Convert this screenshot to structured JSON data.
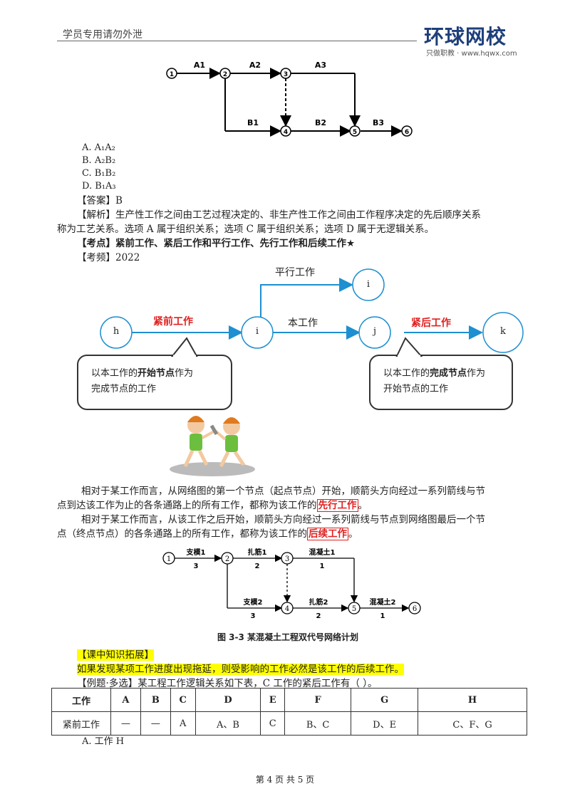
{
  "header": {
    "left_text": "学员专用请勿外泄",
    "logo_text": "环球网校",
    "logo_sub": "只做职教 · www.hqwx.com"
  },
  "diagram1": {
    "nodes": [
      "1",
      "2",
      "3",
      "4",
      "5",
      "6"
    ],
    "edges": [
      "A1",
      "A2",
      "A3",
      "B1",
      "B2",
      "B3"
    ]
  },
  "options": [
    "A. A₁A₂",
    "B. A₂B₂",
    "C. B₁B₂",
    "D. B₁A₃"
  ],
  "answer": "【答案】B",
  "analysis_1": "【解析】生产性工作之间由工艺过程决定的、非生产性工作之间由工作程序决定的先后顺序关系",
  "analysis_2": "称为工艺关系。选项 A 属于组织关系；选项 C 属于组织关系；选项 D 属于无逻辑关系。",
  "point": "【考点】紧前工作、紧后工作和平行工作、先行工作和后续工作★",
  "year": "【考频】2022",
  "diagram2": {
    "node_h": "h",
    "node_i": "i",
    "node_i2": "i",
    "node_j": "j",
    "node_k": "k",
    "label_parallel": "平行工作",
    "label_before": "紧前工作",
    "label_this": "本工作",
    "label_after": "紧后工作",
    "bubble_left": {
      "pre": "以本工作的",
      "bold": "开始节点",
      "post": "作为",
      "line2": "完成节点的工作"
    },
    "bubble_right": {
      "pre": "以本工作的",
      "bold": "完成节点",
      "post": "作为",
      "line2": "开始节点的工作"
    }
  },
  "para1_a": "相对于某工作而言，从网络图的第一个节点（起点节点）开始，顺箭头方向经过一系列箭线与节",
  "para1_b": "点到达该工作为止的各条通路上的所有工作，都称为该工作的",
  "para1_term": "先行工作",
  "para1_end": "。",
  "para2_a": "相对于某工作而言，从该工作之后开始，顺箭头方向经过一系列箭线与节点到网络图最后一个节",
  "para2_b": "点（终点节点）的各条通路上的所有工作，都称为该工作的",
  "para2_term": "后续工作",
  "para2_end": "。",
  "diagram3": {
    "nodes": [
      "1",
      "2",
      "3",
      "4",
      "5",
      "6"
    ],
    "edges": [
      {
        "name": "支模1",
        "dur": "3"
      },
      {
        "name": "扎筋1",
        "dur": "2"
      },
      {
        "name": "混凝土1",
        "dur": "1"
      },
      {
        "name": "支模2",
        "dur": "3"
      },
      {
        "name": "扎筋2",
        "dur": "2"
      },
      {
        "name": "混凝土2",
        "dur": "1"
      }
    ],
    "caption": "图 3-3  某混凝土工程双代号网络计划"
  },
  "ext_title": "【课中知识拓展】",
  "ext_text": "如果发现某项工作进度出现拖延，则受影响的工作必然是该工作的后续工作。",
  "example": "【例题·多选】某工程工作逻辑关系如下表，C 工作的紧后工作有（   ）。",
  "table": {
    "header": [
      "工作",
      "A",
      "B",
      "C",
      "D",
      "E",
      "F",
      "G",
      "H"
    ],
    "row": [
      "紧前工作",
      "—",
      "—",
      "A",
      "A、B",
      "C",
      "B、C",
      "D、E",
      "C、F、G"
    ]
  },
  "option_a2": "A. 工作 H",
  "footer": "第 4 页 共 5 页"
}
